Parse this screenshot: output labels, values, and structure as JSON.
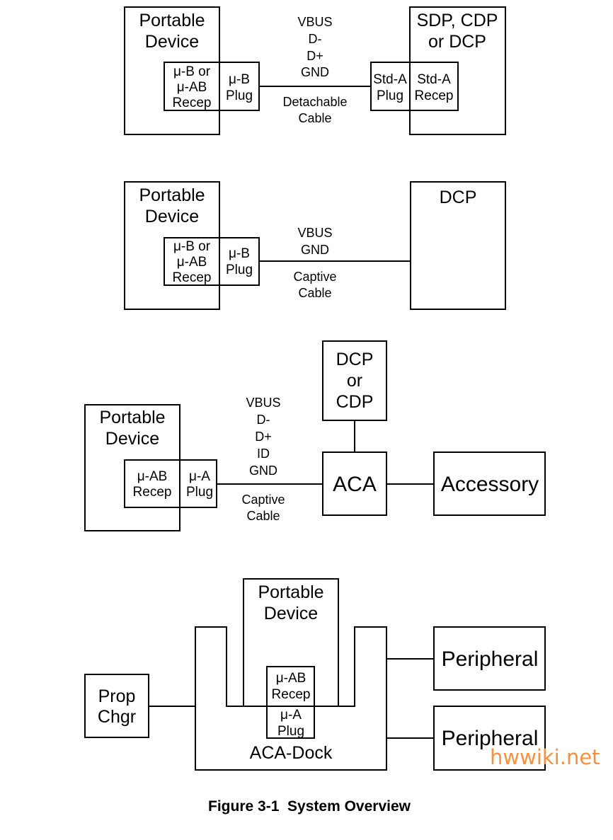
{
  "figure": {
    "caption": "Figure 3-1  System Overview",
    "watermark": "hwwiki.net",
    "watermark_color": "#f7913d"
  },
  "diagram1": {
    "device": [
      "Portable",
      "Device"
    ],
    "receptacle": [
      "μ-B or",
      "μ-AB",
      "Recep"
    ],
    "plug": [
      "μ-B",
      "Plug"
    ],
    "signals": [
      "VBUS",
      "D-",
      "D+",
      "GND"
    ],
    "cable": [
      "Detachable",
      "Cable"
    ],
    "host_plug": [
      "Std-A",
      "Plug"
    ],
    "host_recep": [
      "Std-A",
      "Recep"
    ],
    "host": [
      "SDP, CDP",
      "or DCP"
    ]
  },
  "diagram2": {
    "device": [
      "Portable",
      "Device"
    ],
    "receptacle": [
      "μ-B or",
      "μ-AB",
      "Recep"
    ],
    "plug": [
      "μ-B",
      "Plug"
    ],
    "signals": [
      "VBUS",
      "GND"
    ],
    "cable": [
      "Captive",
      "Cable"
    ],
    "charger": "DCP"
  },
  "diagram3": {
    "device": [
      "Portable",
      "Device"
    ],
    "receptacle": [
      "μ-AB",
      "Recep"
    ],
    "plug": [
      "μ-A",
      "Plug"
    ],
    "signals": [
      "VBUS",
      "D-",
      "D+",
      "ID",
      "GND"
    ],
    "cable": [
      "Captive",
      "Cable"
    ],
    "charger": [
      "DCP",
      "or",
      "CDP"
    ],
    "aca": "ACA",
    "accessory": "Accessory"
  },
  "diagram4": {
    "device": [
      "Portable",
      "Device"
    ],
    "receptacle": [
      "μ-AB",
      "Recep"
    ],
    "plug": [
      "μ-A",
      "Plug"
    ],
    "dock": "ACA-Dock",
    "charger": [
      "Prop",
      "Chgr"
    ],
    "peripherals": [
      "Peripheral",
      "Peripheral"
    ]
  }
}
